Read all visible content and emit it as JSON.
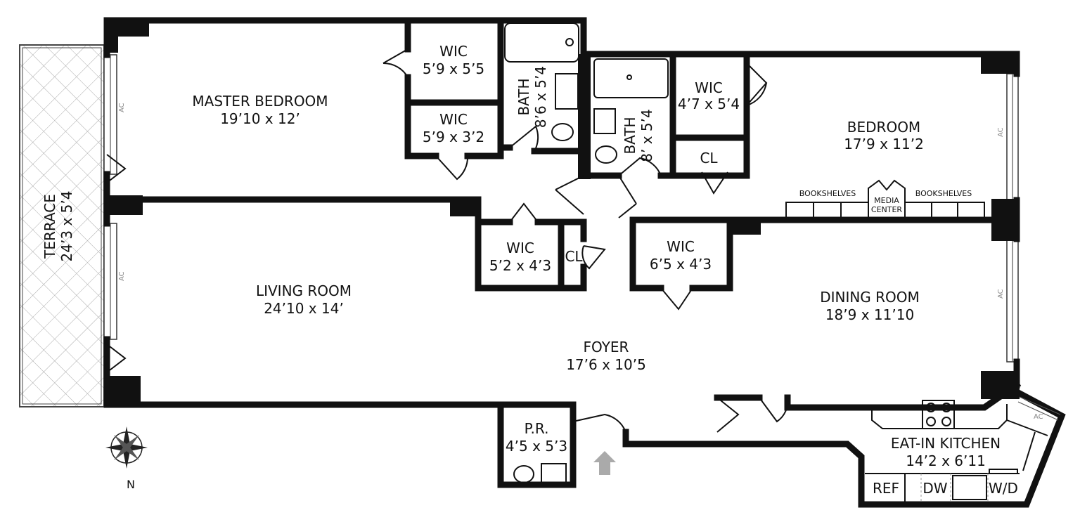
{
  "rooms": {
    "master_bedroom": {
      "name": "MASTER BEDROOM",
      "size": "19’10 x 12’"
    },
    "wic1": {
      "name": "WIC",
      "size": "5’9 x 5’5"
    },
    "wic2": {
      "name": "WIC",
      "size": "5’9 x 3’2"
    },
    "bath1": {
      "name": "BATH",
      "size": "8’6 x 5’4"
    },
    "bath2": {
      "name": "BATH",
      "size": "8’ x 5’4"
    },
    "wic3": {
      "name": "WIC",
      "size": "4’7 x 5’4"
    },
    "cl_bedroom": {
      "name": "CL"
    },
    "bedroom": {
      "name": "BEDROOM",
      "size": "17’9 x 11’2"
    },
    "terrace": {
      "name": "TERRACE",
      "size": "24’3 x 5’4"
    },
    "living_room": {
      "name": "LIVING ROOM",
      "size": "24’10 x 14’"
    },
    "wic4": {
      "name": "WIC",
      "size": "5’2 x 4’3"
    },
    "cl_hall": {
      "name": "CL"
    },
    "wic5": {
      "name": "WIC",
      "size": "6’5 x 4’3"
    },
    "dining_room": {
      "name": "DINING ROOM",
      "size": "18’9 x 11’10"
    },
    "foyer": {
      "name": "FOYER",
      "size": "17’6 x 10’5"
    },
    "powder_room": {
      "name": "P.R.",
      "size": "4’5 x 5’3"
    },
    "kitchen": {
      "name": "EAT-IN KITCHEN",
      "size": "14’2 x 6’11"
    }
  },
  "fixtures": {
    "bookshelves_left": "BOOKSHELVES",
    "bookshelves_right": "BOOKSHELVES",
    "media_center_1": "MEDIA",
    "media_center_2": "CENTER",
    "ref": "REF",
    "dw": "DW",
    "wd": "W/D",
    "ac": "AC"
  },
  "compass": {
    "north": "N"
  }
}
